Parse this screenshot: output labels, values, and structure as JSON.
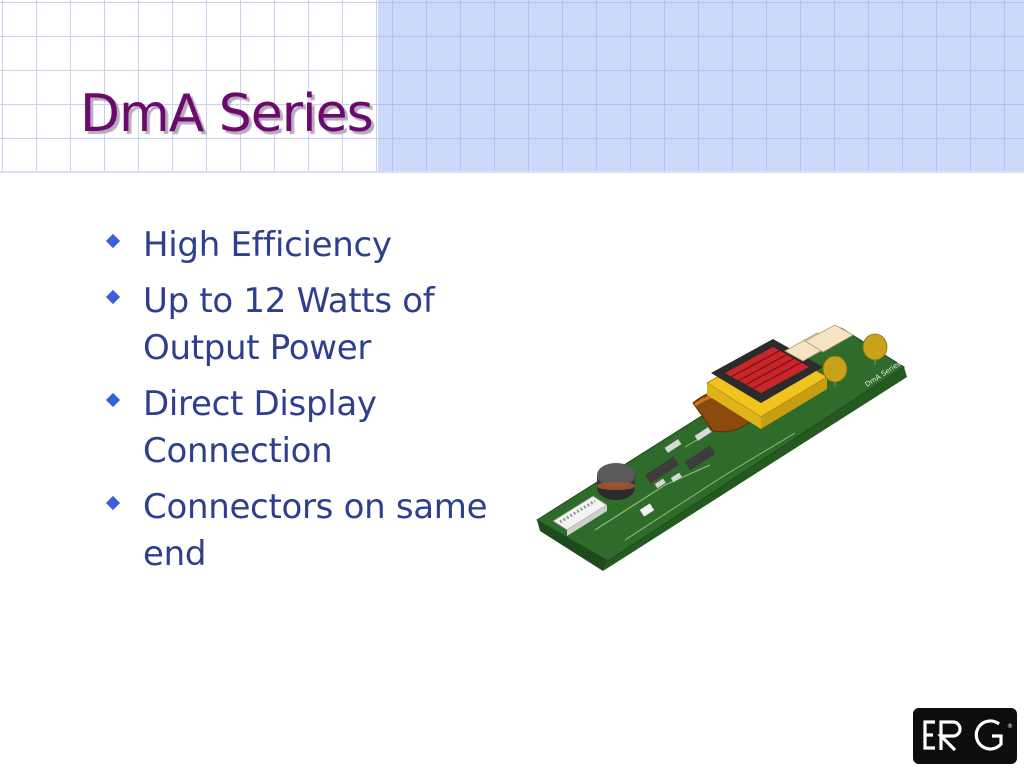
{
  "slide": {
    "title": "DmA Series",
    "bullets": [
      {
        "text": "High Efficiency"
      },
      {
        "text": "Up to 12 Watts of Output Power"
      },
      {
        "text": "Direct Display Connection"
      },
      {
        "text": "Connectors on same end"
      }
    ],
    "board_silkscreen": "DmA Series",
    "logo_text": "ERG",
    "colors": {
      "title": "#6a0a6a",
      "bullet_text": "#2e3f8e",
      "bullet_marker": "#3a5fd6",
      "header_band": "#cdd9fb",
      "pcb": "#2f6b2a"
    }
  }
}
